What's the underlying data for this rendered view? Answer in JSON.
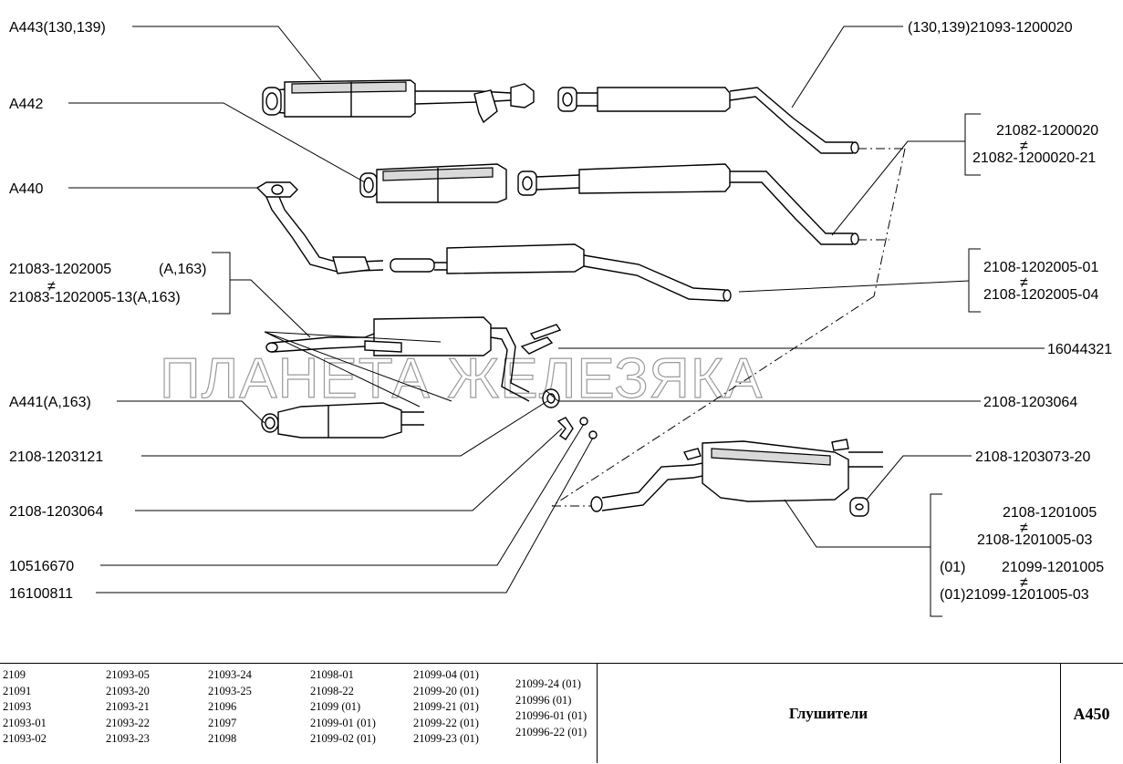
{
  "labels": {
    "a443": "A443(130,139)",
    "a442": "A442",
    "a440": "A440",
    "left_pipe_1": "21083-1202005",
    "left_pipe_1_ref": "(A,163)",
    "left_pipe_2": "21083-1202005-13(A,163)",
    "a441": "A441(A,163)",
    "clamp_l1": "2108-1203121",
    "gasket_l": "2108-1203064",
    "nut": "10516670",
    "washer": "16100811",
    "top_right": "(130,139)21093-1200020",
    "r_pipe_1": "21082-1200020",
    "r_pipe_2": "21082-1200020-21",
    "r_mid_1": "2108-1202005-01",
    "r_mid_2": "2108-1202005-04",
    "bolt": "16044321",
    "gasket_r": "2108-1203064",
    "cushion": "2108-1203073-20",
    "muff_1": "2108-1201005",
    "muff_2": "2108-1201005-03",
    "muff_3_prefix": "(01)",
    "muff_3": "21099-1201005",
    "muff_4": "(01)21099-1201005-03"
  },
  "watermark": "ПЛАНЕТА ЖЕЛЕЗЯКА",
  "title_block": {
    "col1": [
      "2109",
      "21091",
      "21093",
      "21093-01",
      "21093-02"
    ],
    "col2": [
      "21093-05",
      "21093-20",
      "21093-21",
      "21093-22",
      "21093-23"
    ],
    "col3": [
      "21093-24",
      "21093-25",
      "21096",
      "21097",
      "21098"
    ],
    "col4": [
      "21098-01",
      "21098-22",
      "21099 (01)",
      "21099-01 (01)",
      "21099-02 (01)"
    ],
    "col5": [
      "21099-04 (01)",
      "21099-20 (01)",
      "21099-21 (01)",
      "21099-22 (01)",
      "21099-23 (01)"
    ],
    "col6": [
      "21099-24 (01)",
      "210996 (01)",
      "210996-01 (01)",
      "210996-22 (01)"
    ],
    "title": "Глушители",
    "code": "A450"
  }
}
